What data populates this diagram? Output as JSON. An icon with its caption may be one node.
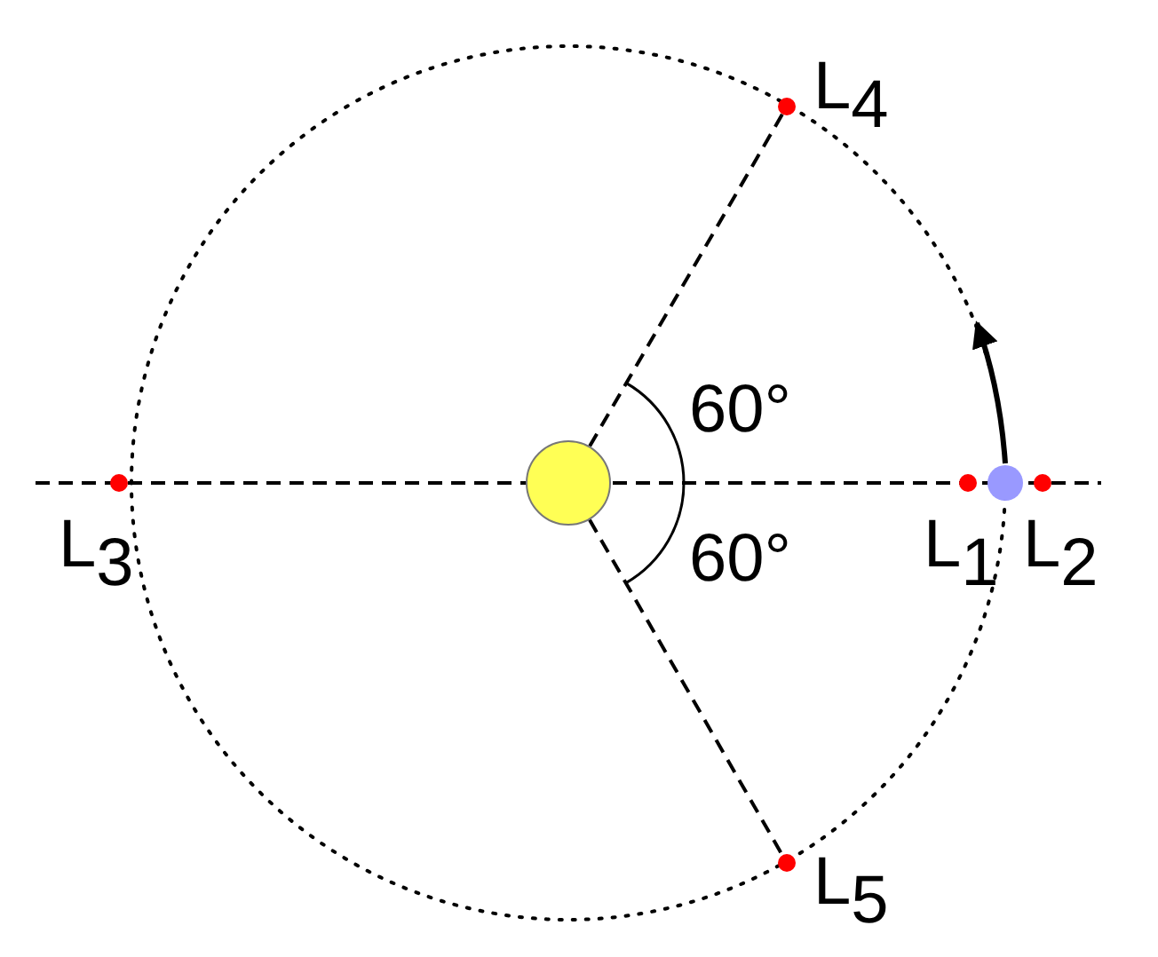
{
  "diagram": {
    "nodes": [
      {
        "text": [],
        "shape": "circle"
      },
      {
        "text": [],
        "shape": "circle"
      },
      {
        "text": [],
        "shape": "circle",
        "beside": [
          "L$_{4}$"
        ]
      },
      {
        "text": [],
        "shape": "circle",
        "beside": [
          "L$_{3}$"
        ]
      },
      {
        "text": [],
        "shape": "circle",
        "beside": [
          "L$_{1}$"
        ]
      },
      {
        "text": [],
        "shape": "circle",
        "beside": [
          "L$_{2}$"
        ]
      },
      {
        "text": [],
        "shape": "circle",
        "beside": [
          "L$_{5}$"
        ]
      }
    ],
    "edges": [
      {
        "from": 0,
        "to": 2,
        "arrow": "none",
        "style": "dashed"
      },
      {
        "from": 0,
        "to": 6,
        "arrow": "none",
        "style": "dashed"
      }
    ],
    "labels": [
      "60°",
      "60°"
    ]
  }
}
